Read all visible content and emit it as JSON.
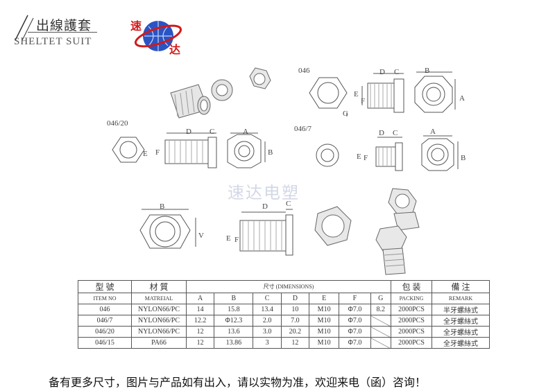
{
  "header": {
    "title": "出線護套",
    "subtitle": "SHELTET SUIT",
    "logo_text_top": "速",
    "logo_text_bottom": "达"
  },
  "drawings": {
    "label_046": "046",
    "label_046_20": "046/20",
    "label_046_7": "046/7",
    "dim_A": "A",
    "dim_B": "B",
    "dim_C": "C",
    "dim_D": "D",
    "dim_E": "E",
    "dim_F": "F",
    "dim_G": "G",
    "dim_V": "V"
  },
  "watermark": "速达电塑",
  "table": {
    "headers": {
      "model_cn": "型  號",
      "model_en": "ITEM NO",
      "material_cn": "材  質",
      "material_en": "MATREIAL",
      "size": "尺寸 (DIMENSIONS)",
      "pack_cn": "包  装",
      "pack_en": "PACKING",
      "remark_cn": "備  注",
      "remark_en": "REMARK"
    },
    "dim_cols": [
      "A",
      "B",
      "C",
      "D",
      "E",
      "F",
      "G"
    ],
    "rows": [
      {
        "item": "046",
        "material": "NYLON66/PC",
        "A": "14",
        "B": "15.8",
        "C": "13.4",
        "D": "10",
        "E": "M10",
        "F": "Φ7.0",
        "G": "8.2",
        "packing": "2000PCS",
        "remark": "半牙螺絲式"
      },
      {
        "item": "046/7",
        "material": "NYLON66/PC",
        "A": "12.2",
        "B": "Φ12.3",
        "C": "2.0",
        "D": "7.0",
        "E": "M10",
        "F": "Φ7.0",
        "G": "",
        "packing": "2000PCS",
        "remark": "全牙螺絲式"
      },
      {
        "item": "046/20",
        "material": "NYLON66/PC",
        "A": "12",
        "B": "13.6",
        "C": "3.0",
        "D": "20.2",
        "E": "M10",
        "F": "Φ7.0",
        "G": "",
        "packing": "2000PCS",
        "remark": "全牙螺絲式"
      },
      {
        "item": "046/15",
        "material": "PA66",
        "A": "12",
        "B": "13.86",
        "C": "3",
        "D": "12",
        "E": "M10",
        "F": "Φ7.0",
        "G": "",
        "packing": "2000PCS",
        "remark": "全牙螺絲式"
      }
    ]
  },
  "footer": "备有更多尺寸，图片与产品如有出入，请以实物为准，欢迎来电（函）咨询！",
  "colors": {
    "logo_blue": "#1a3fa0",
    "logo_red": "#d11a1a",
    "watermark": "#d3d8e6"
  }
}
